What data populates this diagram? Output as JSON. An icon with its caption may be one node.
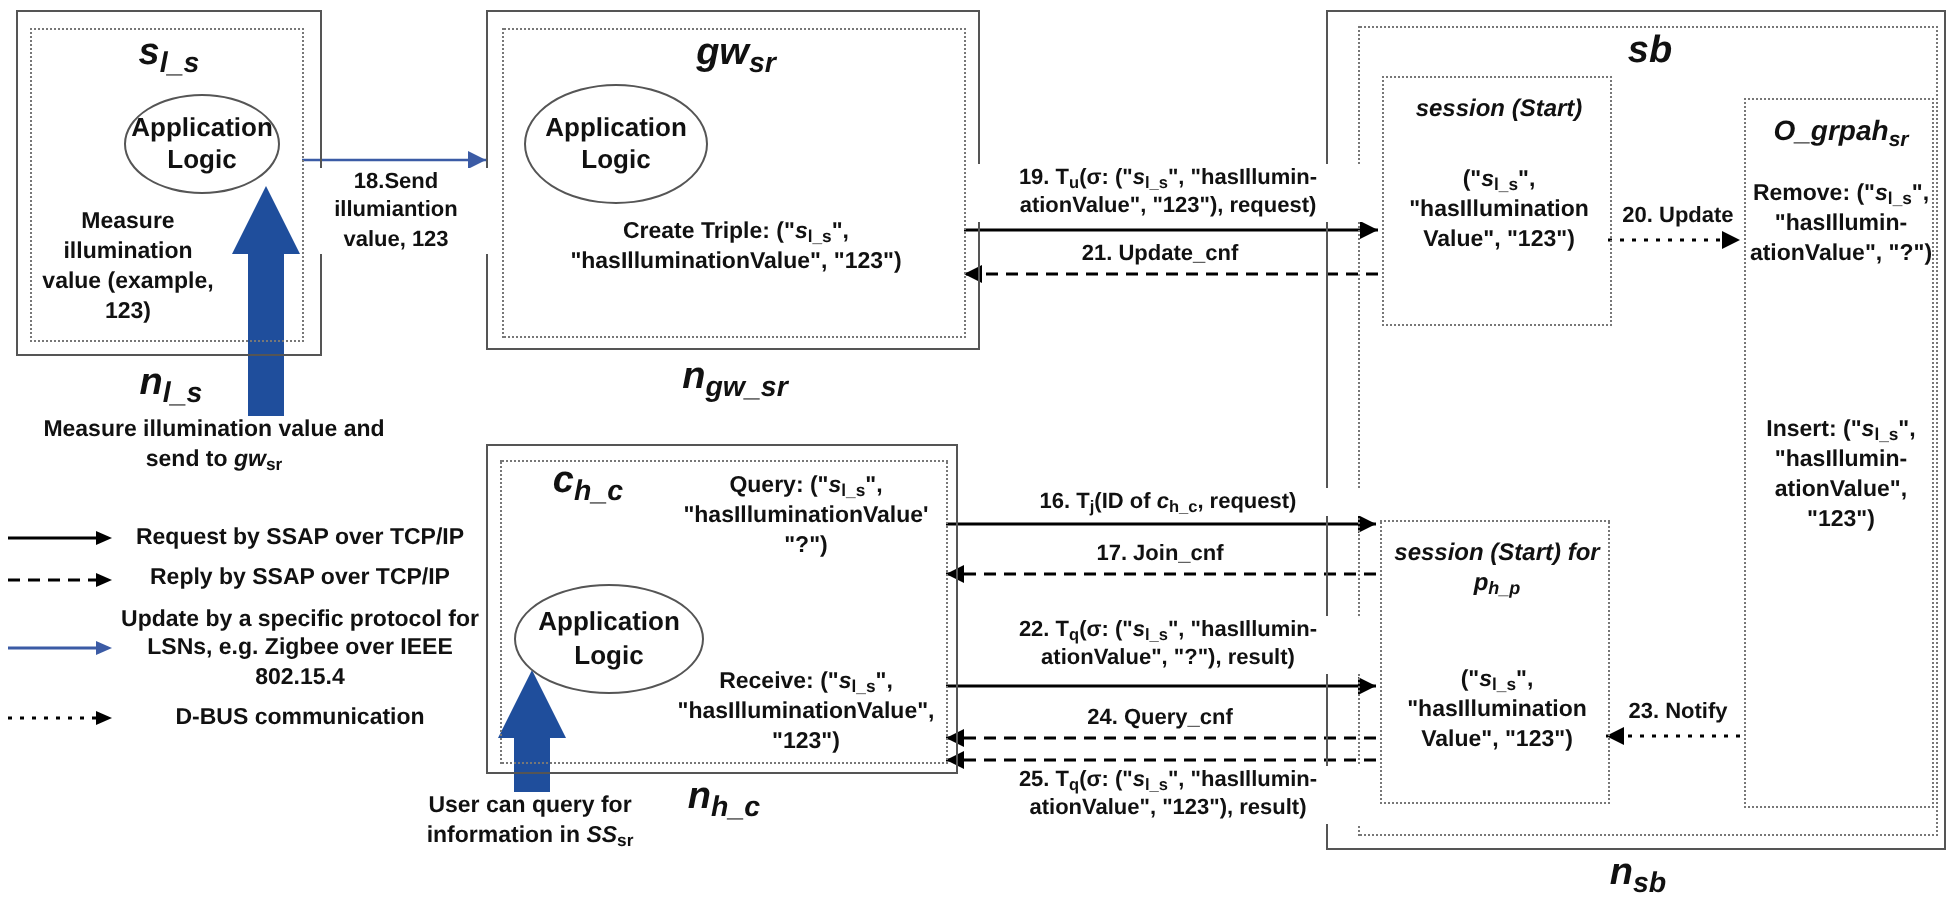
{
  "diagram": {
    "nodes": [
      {
        "text": [
          "n$_{l_s}$"
        ]
      },
      {
        "text": [
          "s$_{l_s}$",
          "Measure illumination value (example, 123)"
        ],
        "in": 0
      },
      {
        "text": [
          "Application Logic"
        ],
        "in": 1
      },
      {
        "text": [
          "n$_{gw_sr}$"
        ]
      },
      {
        "text": [
          "gw$_{sr}$",
          "Create Triple: (\"*s*$_{l_s}$\", \"hasIlluminationValue\", \"123\")"
        ],
        "in": 3
      },
      {
        "text": [
          "Application Logic"
        ],
        "in": 4
      },
      {
        "text": [
          "n$_{h_c}$"
        ]
      },
      {
        "text": [
          "c$_{h_c}$",
          "Query: (\"*s*$_{l_s}$\", \"hasIlluminationValue' \"?\")",
          "Receive: (\"*s*$_{l_s}$\", \"hasIlluminationValue\", \"123\")"
        ],
        "in": 6
      },
      {
        "text": [
          "Application Logic"
        ],
        "in": 7
      },
      {
        "text": [
          "n$_{sb}$"
        ]
      },
      {
        "text": [
          "sb"
        ],
        "in": 9
      },
      {
        "text": [
          "session (Start)",
          "(\"*s*$_{l_s}$\", \"hasIllumination Value\", \"123\")"
        ],
        "in": 10
      },
      {
        "text": [
          "O_grpah$_{sr}$",
          "Remove: (\"*s*$_{l_s}$\", \"hasIllumin-ationValue\", \"?\")",
          "Insert: (\"*s*$_{l_s}$\", \"hasIllumin-ationValue\", \"123\")"
        ],
        "in": 10
      },
      {
        "text": [
          "session (Start) for p$_{h_p}$",
          "(\"*s*$_{l_s}$\", \"hasIllumination Value\", \"123\")"
        ],
        "in": 10
      },
      {
        "text": [
          "Measure illumination value and send to *gw*$_{sr}$"
        ]
      },
      {
        "text": [
          "User can query for information in *SS*$_{sr}$"
        ]
      }
    ],
    "edges": [
      {
        "from": 14,
        "to": 2,
        "arrow": "to",
        "style": "thick",
        "color": "#1f4e9c"
      },
      {
        "from": 15,
        "to": 8,
        "arrow": "to",
        "style": "thick",
        "color": "#1f4e9c"
      },
      {
        "from": 1,
        "to": 3,
        "arrow": "to",
        "label": "18.Send illumiantion value, 123",
        "color": "#3b5ba5"
      },
      {
        "from": 4,
        "to": 11,
        "arrow": "to",
        "label": "19. T$_{u}$(σ: (\"*s*$_{l_s}$\", \"hasIllumin-ationValue\", \"123\"), request)"
      },
      {
        "from": 11,
        "to": 4,
        "arrow": "to",
        "label": "21. Update_cnf",
        "style": "dashed"
      },
      {
        "from": 11,
        "to": 12,
        "arrow": "to",
        "label": "20. Update",
        "style": "dashed"
      },
      {
        "from": 7,
        "to": 13,
        "arrow": "to",
        "label": "16. T$_{j}$(ID of *c*$_{h_c}$, request)"
      },
      {
        "from": 13,
        "to": 7,
        "arrow": "to",
        "label": "17. Join_cnf",
        "style": "dashed"
      },
      {
        "from": 7,
        "to": 13,
        "arrow": "to",
        "label": "22. T$_{q}$(σ: (\"*s*$_{l_s}$\", \"hasIllumin-ationValue\", \"?\"), result)"
      },
      {
        "from": 12,
        "to": 13,
        "arrow": "to",
        "label": "23. Notify",
        "style": "dashed"
      },
      {
        "from": 13,
        "to": 7,
        "arrow": "to",
        "label": "24. Query_cnf",
        "style": "dashed"
      },
      {
        "from": 13,
        "to": 7,
        "arrow": "to",
        "label": "25. T$_{q}$(σ: (\"*s*$_{l_s}$\", \"hasIllumin-ationValue\", \"123\"), result)",
        "style": "dashed"
      }
    ],
    "legend": [
      {
        "text": "Request by SSAP over TCP/IP"
      },
      {
        "text": "Reply by SSAP over TCP/IP"
      },
      {
        "text": "Update by a specific protocol for LSNs, e.g. Zigbee over IEEE 802.15.4"
      },
      {
        "text": "D-BUS communication"
      }
    ]
  }
}
